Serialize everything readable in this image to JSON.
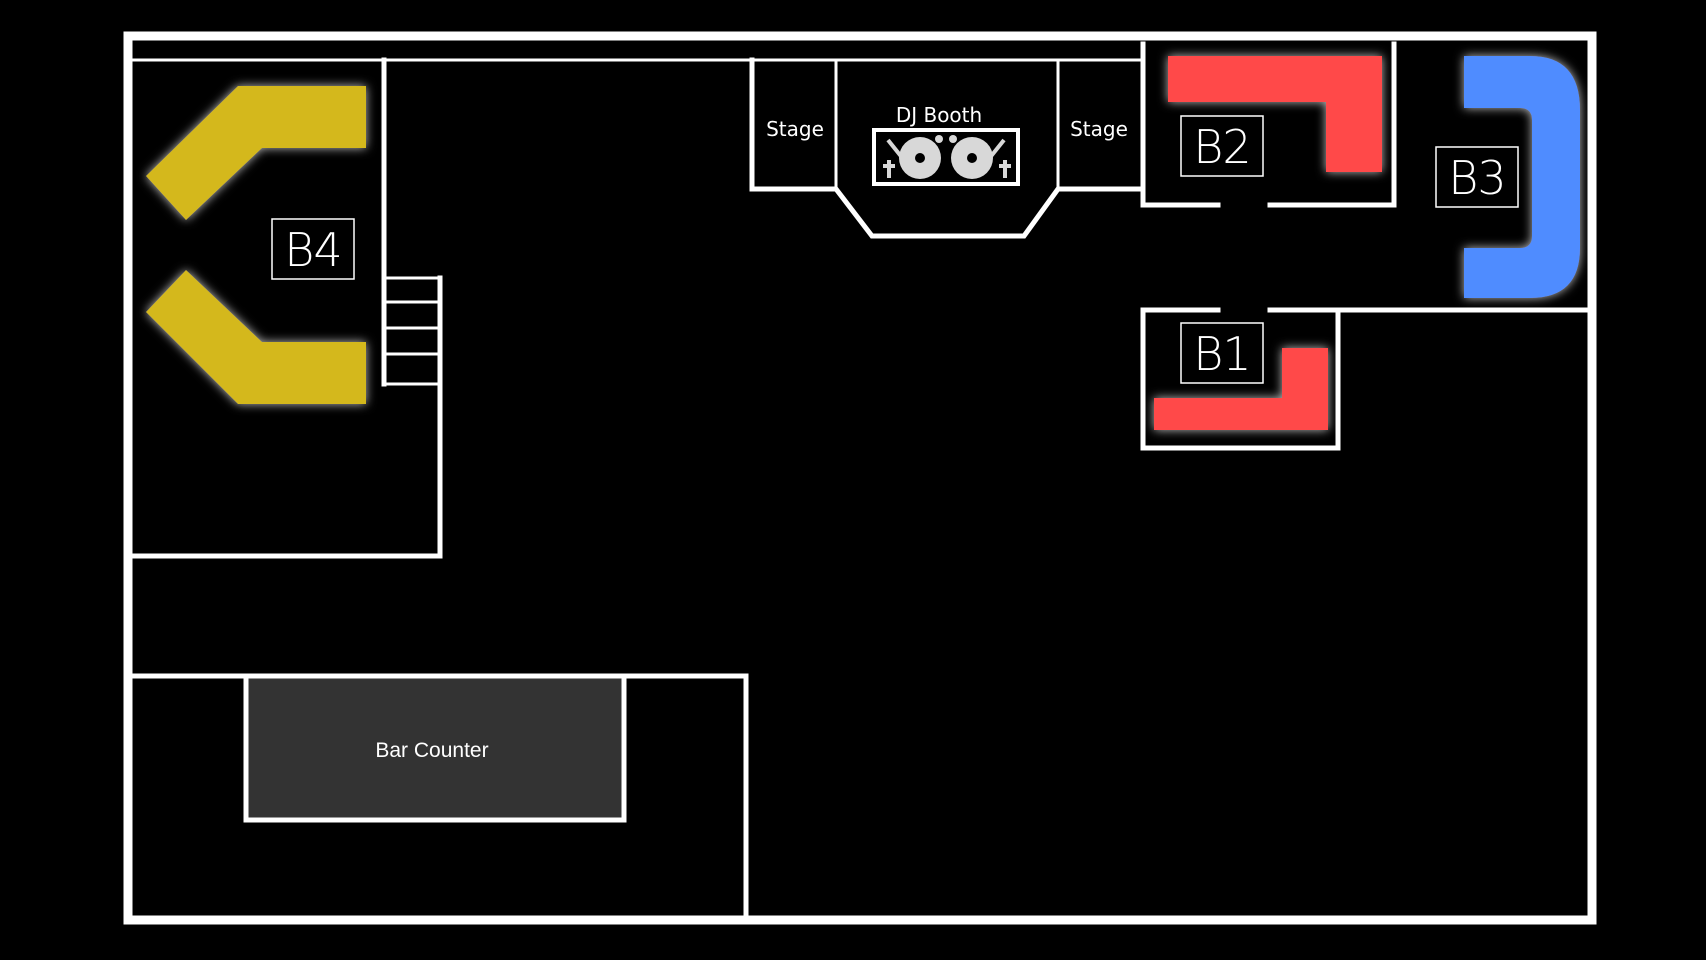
{
  "floorplan": {
    "labels": {
      "stage_left": "Stage",
      "stage_right": "Stage",
      "dj_booth": "DJ Booth",
      "bar_counter": "Bar Counter"
    },
    "booths": [
      {
        "id": "B1",
        "color": "#ff4848"
      },
      {
        "id": "B2",
        "color": "#ff4848"
      },
      {
        "id": "B3",
        "color": "#4f8cff"
      },
      {
        "id": "B4",
        "color": "#d4b81c"
      }
    ],
    "colors": {
      "background": "#000000",
      "walls": "#ffffff",
      "bar_counter_fill": "#333333",
      "dj_icon": "#d8d8d8"
    },
    "icons": {
      "dj_booth": "turntables-icon"
    }
  }
}
